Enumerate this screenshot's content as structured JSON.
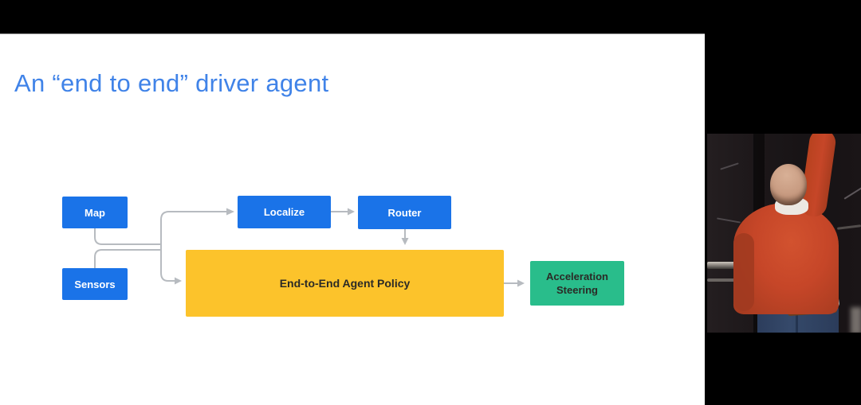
{
  "slide": {
    "title": "An “end to end” driver agent",
    "diagram": {
      "nodes": [
        {
          "id": "map",
          "label": "Map",
          "color": "blue"
        },
        {
          "id": "sensors",
          "label": "Sensors",
          "color": "blue"
        },
        {
          "id": "localize",
          "label": "Localize",
          "color": "blue"
        },
        {
          "id": "router",
          "label": "Router",
          "color": "blue"
        },
        {
          "id": "policy",
          "label": "End-to-End Agent Policy",
          "color": "yellow"
        },
        {
          "id": "outputs",
          "label_line1": "Acceleration",
          "label_line2": "Steering",
          "color": "green"
        }
      ],
      "edges": [
        {
          "from": "map",
          "to": "junction"
        },
        {
          "from": "sensors",
          "to": "junction"
        },
        {
          "from": "junction",
          "to": "localize"
        },
        {
          "from": "junction",
          "to": "policy"
        },
        {
          "from": "localize",
          "to": "router"
        },
        {
          "from": "router",
          "to": "policy"
        },
        {
          "from": "policy",
          "to": "outputs"
        }
      ]
    },
    "colors": {
      "title": "#4083e8",
      "node_blue": "#1a73e8",
      "node_yellow": "#fcc32b",
      "node_green": "#29bd8b",
      "connector": "#b7bbc0",
      "node_text_light": "#ffffff",
      "node_text_dark": "#2b2a26"
    }
  },
  "video": {
    "colors": {
      "letterbox": "#000000",
      "blackboard": "#1c1719",
      "sweater": "#c64628",
      "shirt": "#ece8e2",
      "jeans": "#35496a",
      "belt": "#6e3e1d",
      "skin": "#c79a80"
    }
  }
}
